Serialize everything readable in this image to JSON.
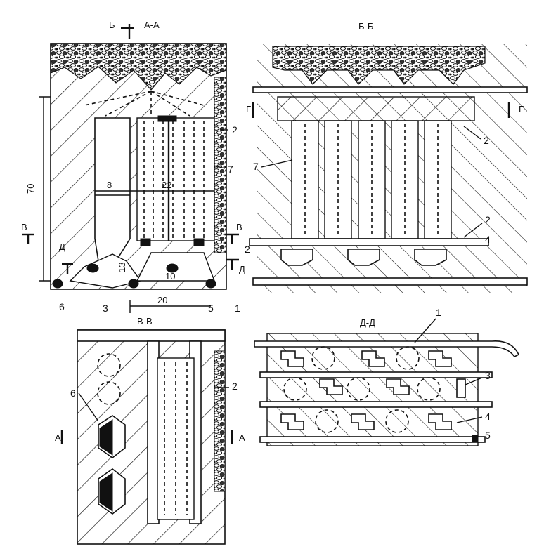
{
  "sections": {
    "aa": "A-A",
    "bb": "Б-Б",
    "vv": "В-В",
    "dd": "Д-Д"
  },
  "cut_letters": {
    "b": "Б",
    "v": "В",
    "d": "Д",
    "g": "Г",
    "a": "А"
  },
  "dimensions": {
    "height": "70",
    "width_8": "8",
    "width_22": "22",
    "width_20": "20",
    "width_10": "10",
    "height_13": "13"
  },
  "callouts": {
    "n1": "1",
    "n2": "2",
    "n3": "3",
    "n4": "4",
    "n5": "5",
    "n6": "6",
    "n7": "7"
  }
}
